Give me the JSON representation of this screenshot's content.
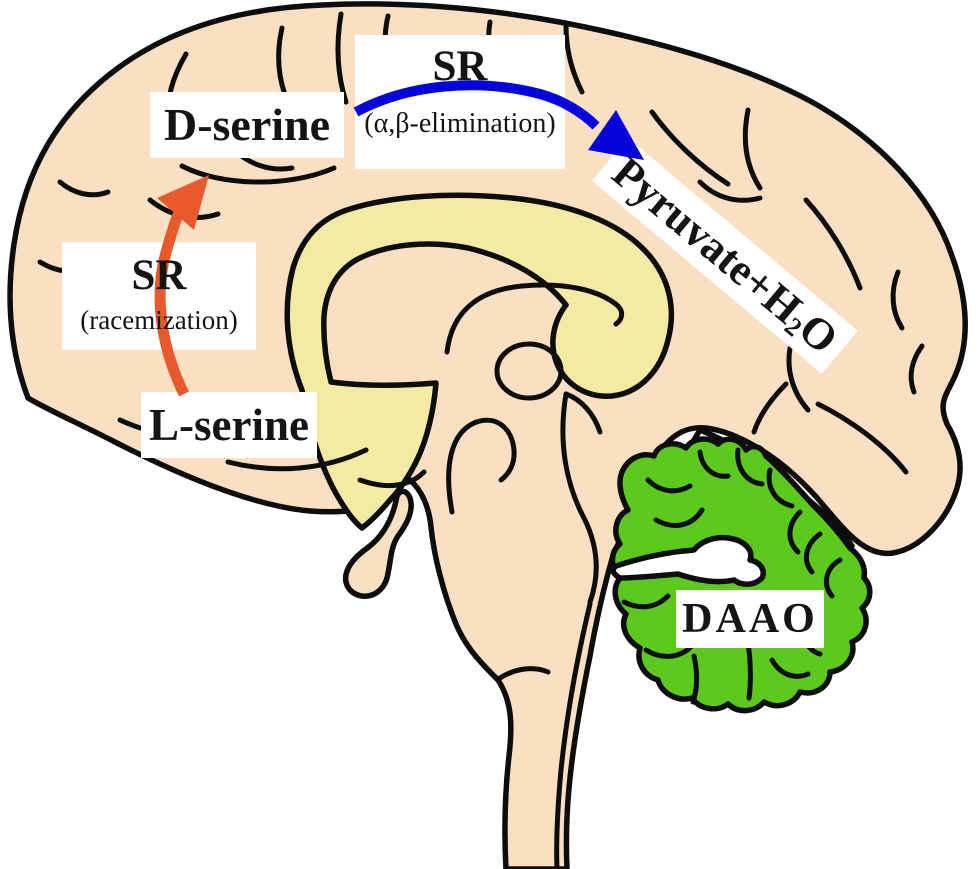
{
  "figure": {
    "type": "brain-metabolism-diagram",
    "background_color": "#ffffff",
    "regions": {
      "cerebrum_color": "#FBDFC2",
      "corpus_callosum_color": "#F5EAA4",
      "cerebellum_color": "#5CC91D",
      "outline_color": "#0d0d0d",
      "label_box_color": "#ffffff"
    },
    "labels": {
      "d_serine": "D-serine",
      "l_serine": "L-serine",
      "daao": "DAAO",
      "sr_racemization": {
        "enzyme": "SR",
        "reaction": "(racemization)"
      },
      "sr_elimination": {
        "enzyme": "SR",
        "reaction": "(α,β-elimination)"
      },
      "pyruvate": {
        "prefix": "Pyruvate+H",
        "sub": "2",
        "suffix": "O"
      }
    },
    "arrows": {
      "racemization": {
        "from": "L-serine",
        "to": "D-serine",
        "color": "#E65A2B"
      },
      "elimination": {
        "from": "D-serine",
        "to": "Pyruvate+H2O",
        "color": "#0505DB"
      }
    }
  }
}
